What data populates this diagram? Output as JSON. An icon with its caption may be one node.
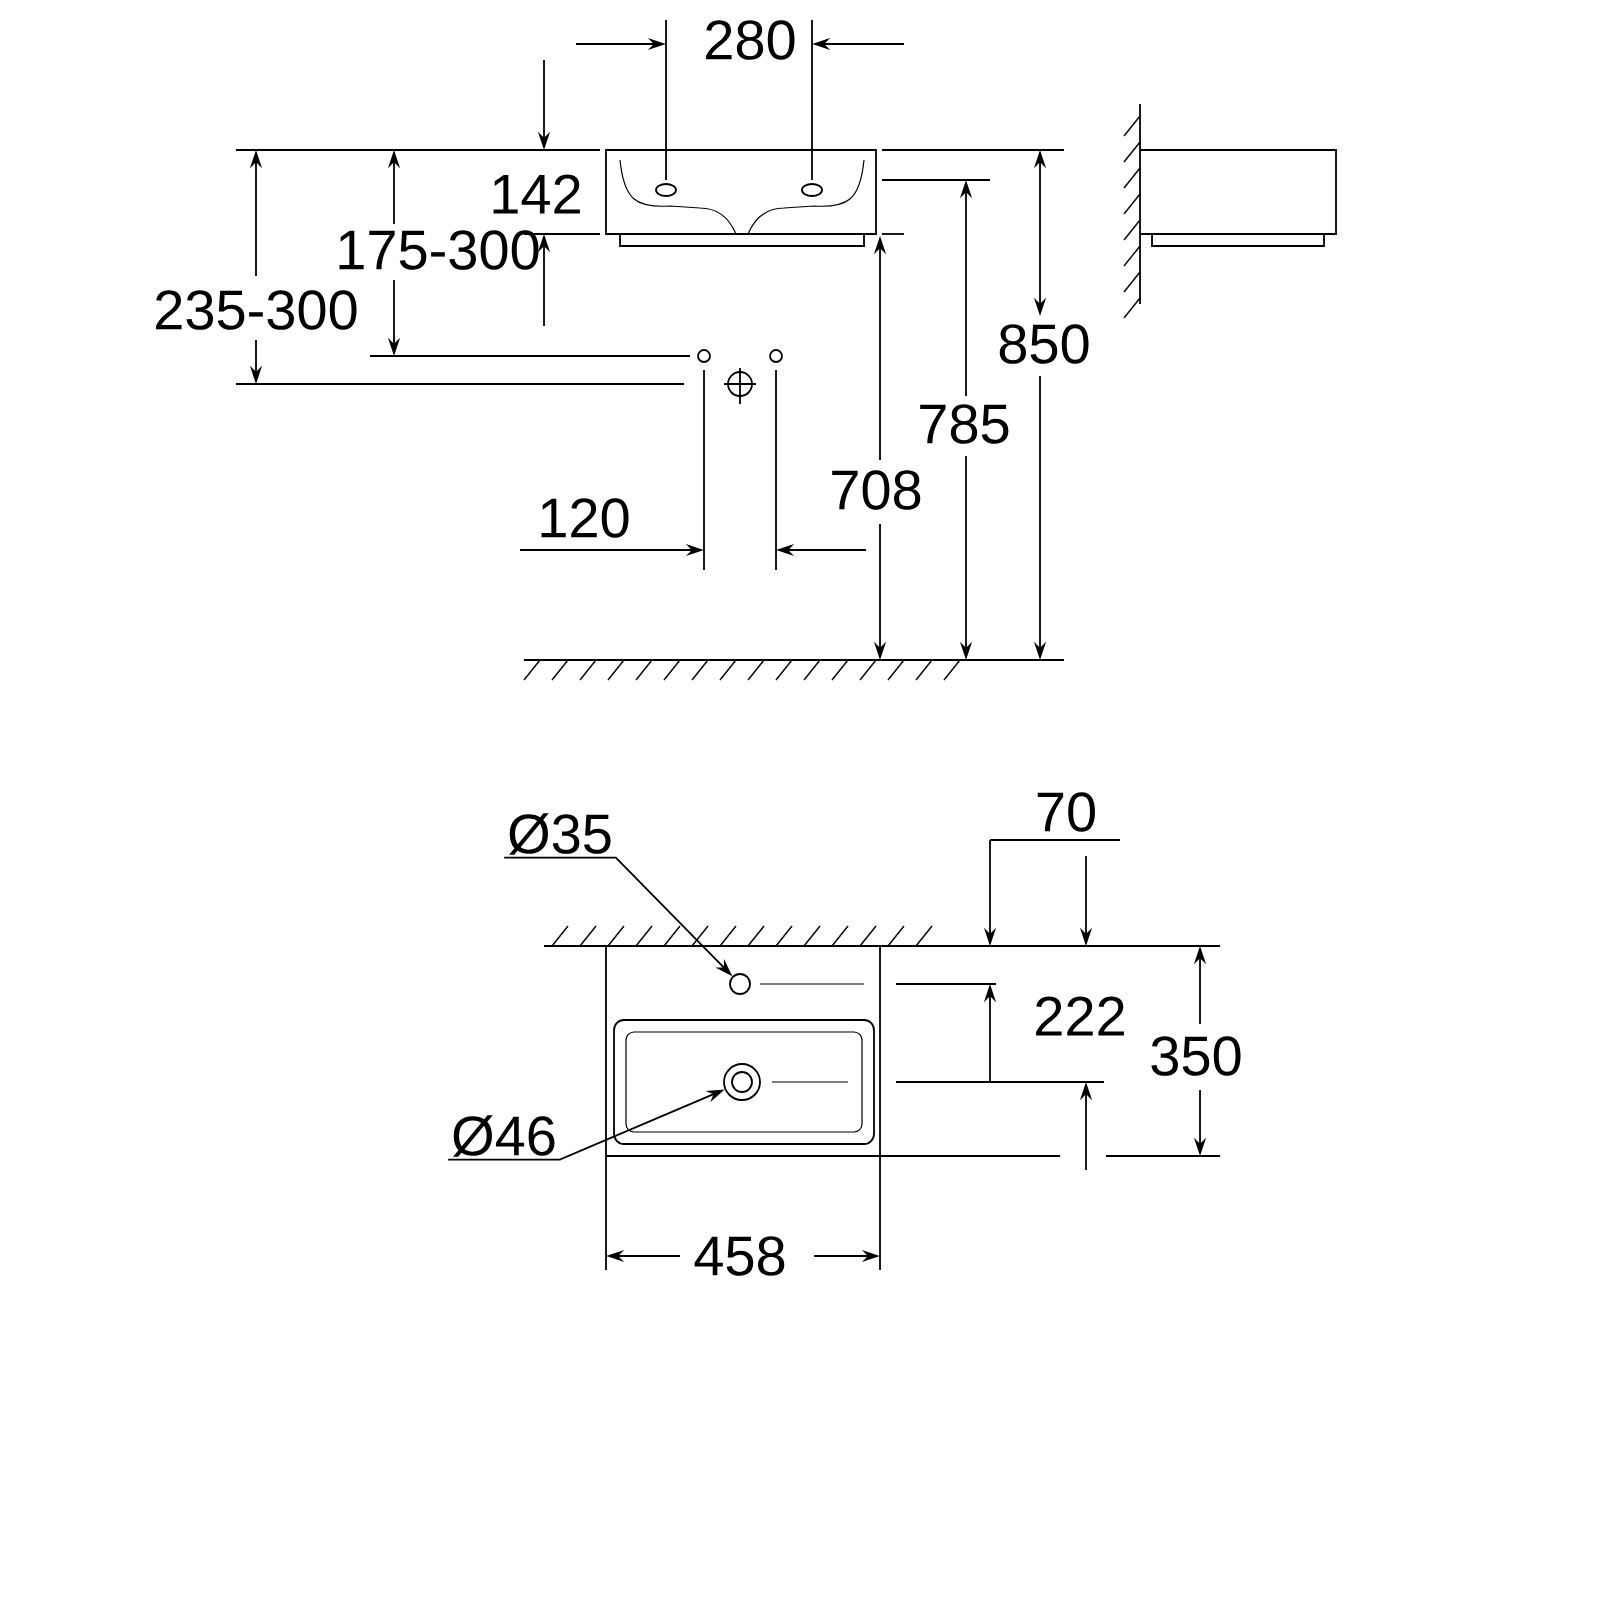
{
  "diagram": {
    "nodes": [
      {
        "text": [
          "Ø35"
        ]
      },
      {
        "text": [],
        "shape": "circle"
      },
      {
        "text": [
          "Ø46"
        ]
      },
      {
        "text": [],
        "shape": "circle"
      }
    ],
    "edges": [
      {
        "from": 0,
        "to": 1,
        "arrow": "to"
      },
      {
        "from": 2,
        "to": 3,
        "arrow": "to"
      }
    ],
    "labels": [
      "280",
      "142",
      "175-300",
      "235-300",
      "850",
      "785",
      "708",
      "120",
      "70",
      "222",
      "350",
      "458"
    ]
  }
}
